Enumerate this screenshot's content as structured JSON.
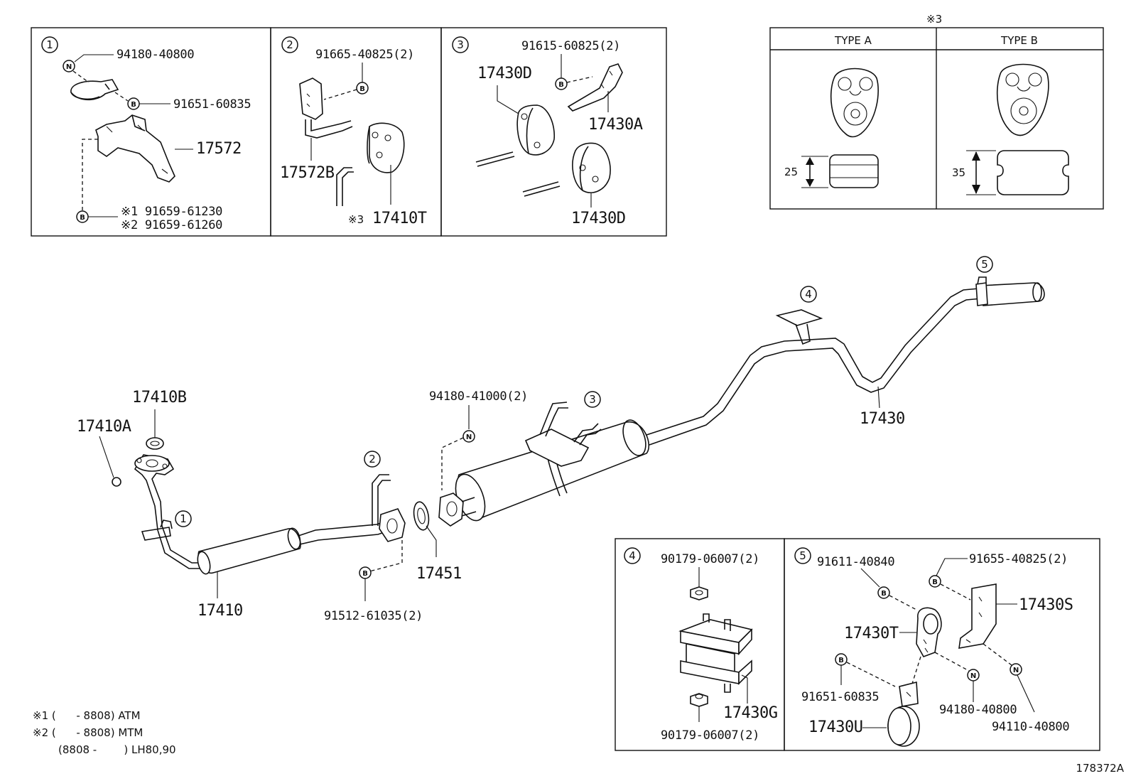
{
  "diagram": "exhaust-system-parts",
  "footnote_ref": "※3",
  "inset1": {
    "badge": "1",
    "parts": [
      "94180-40800",
      "91651-60835",
      "17572",
      "※1 91659-61230",
      "※2 91659-61260"
    ],
    "markers": [
      "N",
      "B",
      "B"
    ]
  },
  "inset2": {
    "badge": "2",
    "parts": [
      "91665-40825(2)",
      "17572B",
      "※3",
      "17410T"
    ],
    "markers": [
      "B"
    ]
  },
  "inset3": {
    "badge": "3",
    "parts": [
      "91615-60825(2)",
      "17430D",
      "17430A",
      "17430D"
    ],
    "markers": [
      "B"
    ]
  },
  "types": {
    "a_label": "TYPE A",
    "b_label": "TYPE B",
    "a_dim": "25",
    "b_dim": "35"
  },
  "main": {
    "badges": [
      "1",
      "2",
      "3",
      "4",
      "5"
    ],
    "parts": [
      "17410B",
      "17410A",
      "17410",
      "91512-61035(2)",
      "17451",
      "94180-41000(2)",
      "17430"
    ],
    "markers": [
      "B",
      "N"
    ]
  },
  "inset4": {
    "badge": "4",
    "parts": [
      "90179-06007(2)",
      "17430G",
      "90179-06007(2)"
    ]
  },
  "inset5": {
    "badge": "5",
    "parts": [
      "91611-40840",
      "91655-40825(2)",
      "17430S",
      "17430T",
      "91651-60835",
      "94180-40800",
      "94110-40800",
      "17430U"
    ],
    "markers": [
      "B",
      "B",
      "B",
      "N",
      "N"
    ]
  },
  "notes": [
    "※1 (      - 8808) ATM",
    "※2 (      - 8808) MTM",
    "(8808 -        ) LH80,90"
  ],
  "figure_id": "178372A"
}
